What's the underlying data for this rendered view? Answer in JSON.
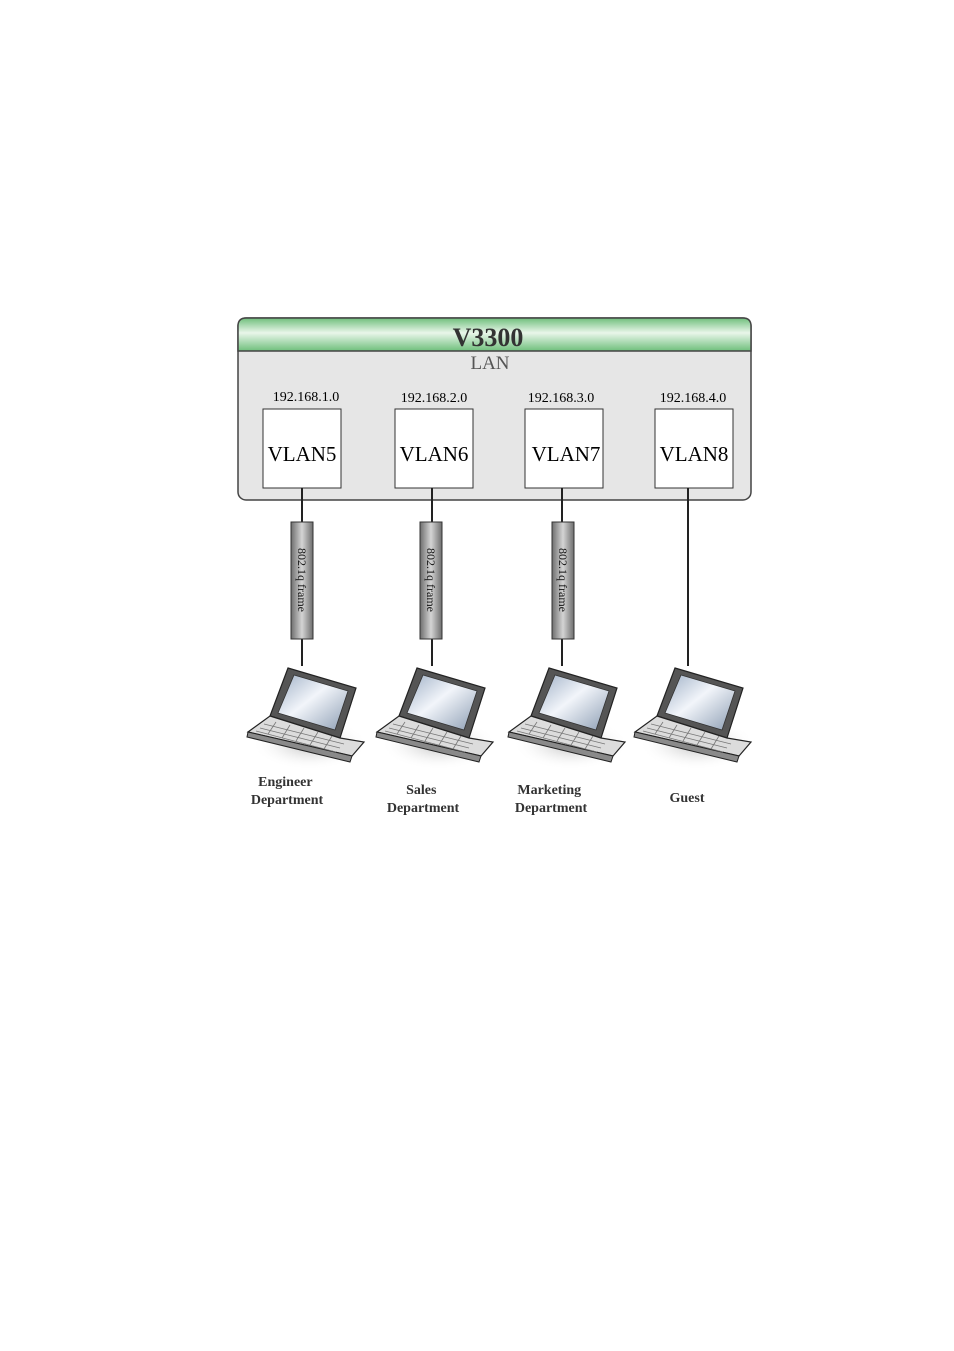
{
  "device": {
    "title": "V3300",
    "subtitle": "LAN"
  },
  "vlans": [
    {
      "subnet": "192.168.1.0",
      "name": "VLAN5",
      "frame": "802.1q frame",
      "department": [
        "Engineer",
        "Department"
      ]
    },
    {
      "subnet": "192.168.2.0",
      "name": "VLAN6",
      "frame": "802.1q frame",
      "department": [
        "Sales",
        "Department"
      ]
    },
    {
      "subnet": "192.168.3.0",
      "name": "VLAN7",
      "frame": "802.1q frame",
      "department": [
        "Marketing",
        "Department"
      ]
    },
    {
      "subnet": "192.168.4.0",
      "name": "VLAN8",
      "frame": "",
      "department": [
        "Guest"
      ]
    }
  ],
  "colors": {
    "header_green": "#7fc88a",
    "panel_gray": "#e6e6e6",
    "frame_gray": "#9a9a9a"
  }
}
